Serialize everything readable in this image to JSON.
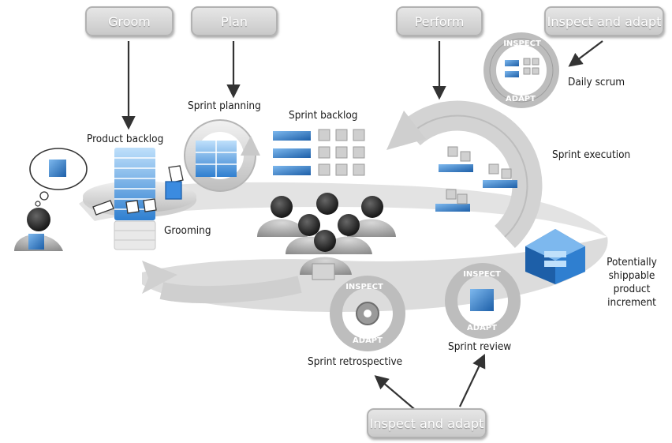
{
  "phases": {
    "groom": "Groom",
    "plan": "Plan",
    "perform": "Perform",
    "inspect_adapt_top": "Inspect and adapt",
    "inspect_adapt_bottom": "Inspect and adapt"
  },
  "labels": {
    "product_backlog": "Product backlog",
    "grooming": "Grooming",
    "sprint_planning": "Sprint planning",
    "sprint_backlog": "Sprint backlog",
    "sprint_execution": "Sprint execution",
    "daily_scrum": "Daily scrum",
    "increment_line1": "Potentially",
    "increment_line2": "shippable product",
    "increment_line3": "increment",
    "sprint_review": "Sprint review",
    "sprint_retrospective": "Sprint retrospective"
  },
  "rings": {
    "daily_top": "INSPECT",
    "daily_bottom": "ADAPT",
    "review_top": "INSPECT",
    "review_bottom": "ADAPT",
    "retro_top": "INSPECT",
    "retro_bottom": "ADAPT"
  },
  "colors": {
    "accent_blue": "#2f7fd0",
    "light_blue": "#9ccaf2",
    "arrow_gray": "#d4d4d4",
    "pill_gray": "#cfcfcf",
    "person_dark": "#2b2b2b"
  }
}
